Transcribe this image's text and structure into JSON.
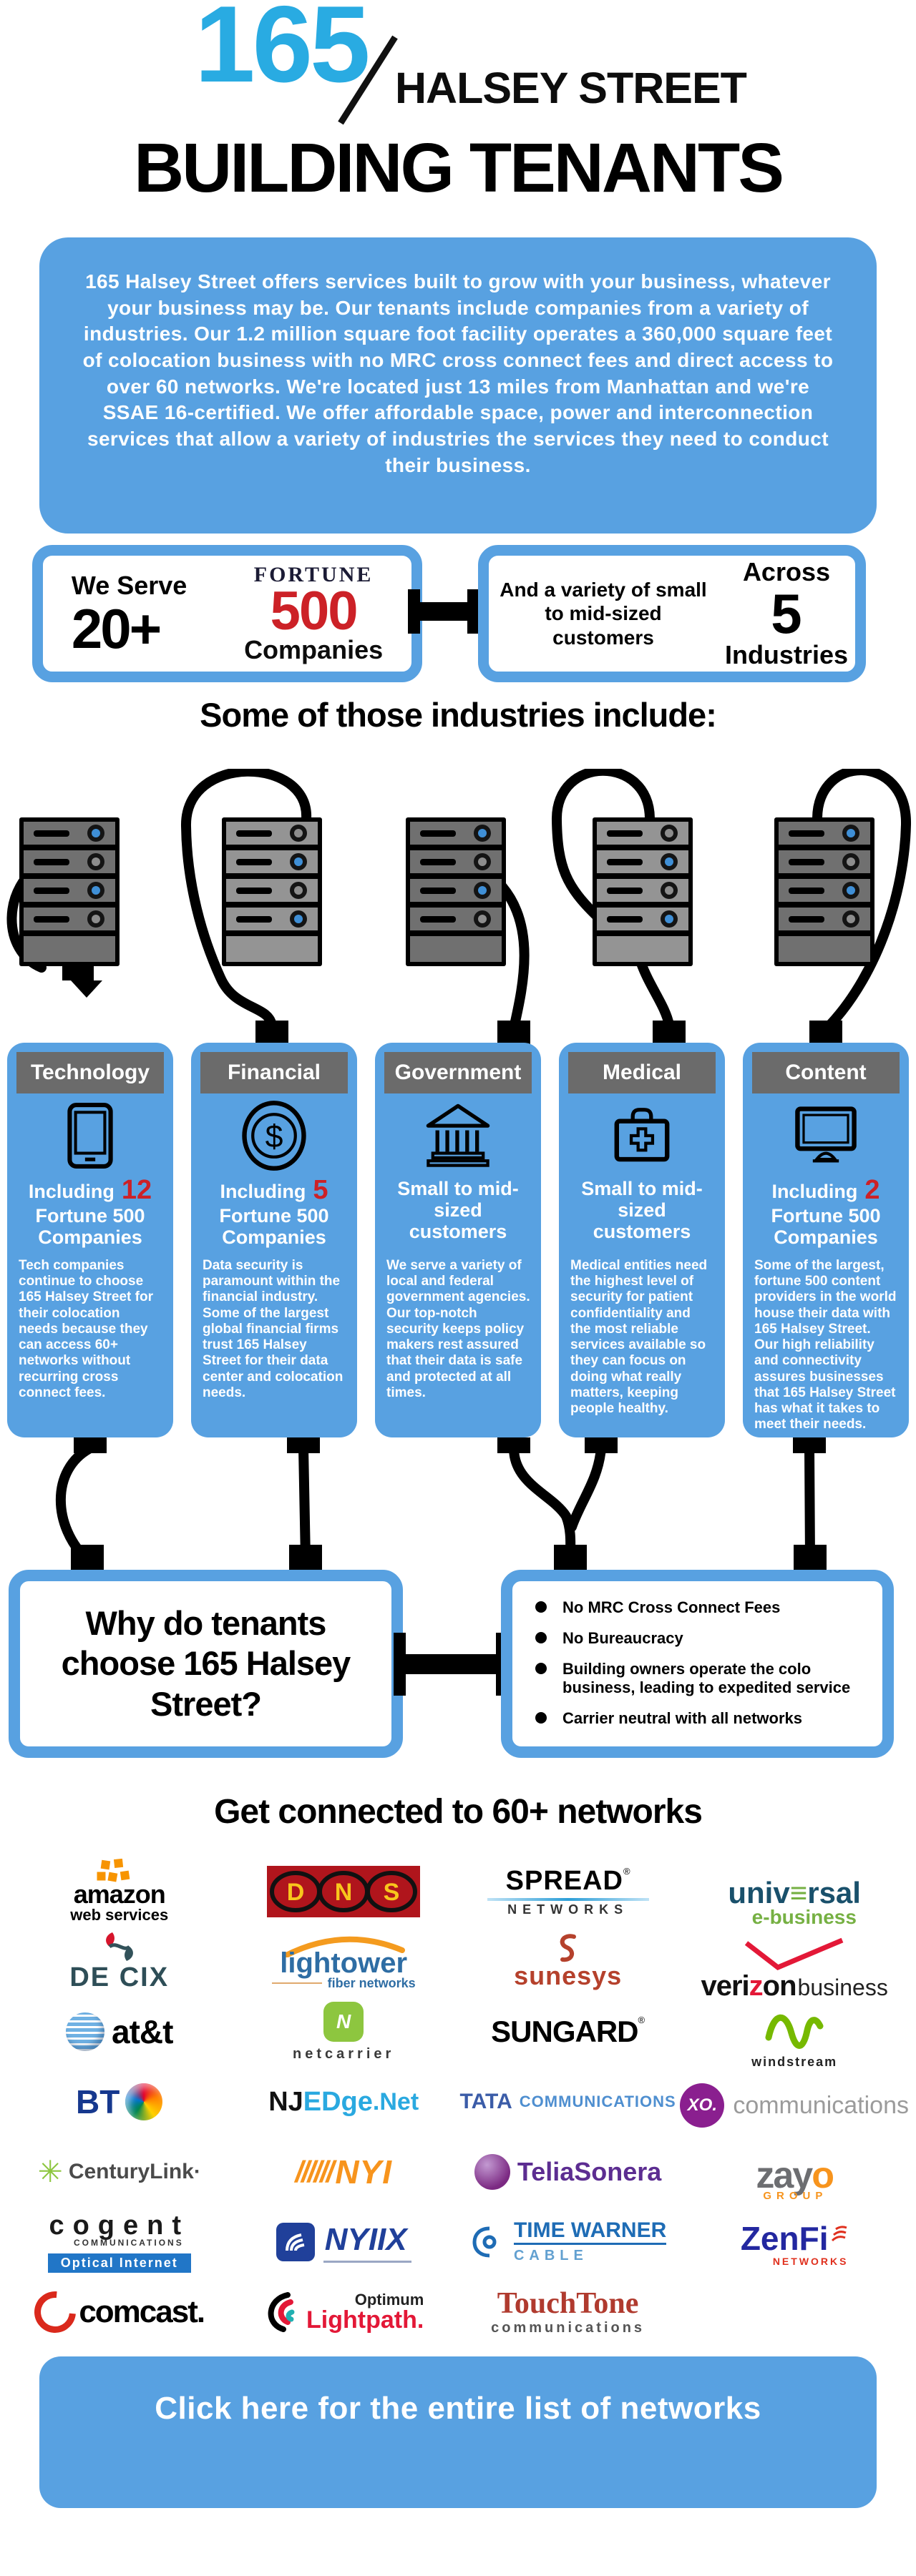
{
  "colors": {
    "accent_blue": "#58a1e1",
    "title_blue": "#29abe2",
    "header_gray": "#6b6b6b",
    "accent_red": "#cc2127"
  },
  "header": {
    "number": "165",
    "street": "HALSEY STREET",
    "title": "BUILDING TENANTS"
  },
  "intro": {
    "text": "165 Halsey Street offers services built to grow with your business, whatever your business may be. Our tenants include companies from a variety of industries. Our 1.2 million square foot facility operates a 360,000 square feet of colocation business with no MRC cross connect fees and direct access to over 60 networks. We're located just 13 miles from Manhattan and we're SSAE 16-certified. We offer affordable space, power and interconnection services that allow a variety of industries the services they need to conduct their business."
  },
  "stats": {
    "card1": {
      "label": "We Serve",
      "value": "20+",
      "logo_top": "FORTUNE",
      "logo_number": "500",
      "logo_bottom": "Companies"
    },
    "card2": {
      "label": "And a variety of small to mid-sized customers",
      "across": "Across",
      "value": "5",
      "unit": "Industries"
    }
  },
  "industries_heading": "Some of those industries include:",
  "industries": [
    {
      "title": "Technology",
      "stat_prefix": "Including",
      "stat_number": "12",
      "stat_suffix": "Fortune 500 Companies",
      "body": "Tech companies continue to choose 165 Halsey Street for their colocation needs because they can access 60+ networks without recurring cross connect fees."
    },
    {
      "title": "Financial",
      "stat_prefix": "Including",
      "stat_number": "5",
      "stat_suffix": "Fortune 500 Companies",
      "body": "Data security is paramount within the financial industry. Some of the largest global financial firms trust 165 Halsey Street for their data center and colocation needs."
    },
    {
      "title": "Government",
      "stat_text": "Small to mid-sized customers",
      "body": "We serve a variety of local and federal government agencies. Our top-notch security keeps policy makers rest assured that their data is safe and protected at all times."
    },
    {
      "title": "Medical",
      "stat_text": "Small to mid-sized customers",
      "body": "Medical entities need the highest level of security for patient confidentiality and the most reliable services available so they can focus on doing what really matters, keeping people healthy."
    },
    {
      "title": "Content",
      "stat_prefix": "Including",
      "stat_number": "2",
      "stat_suffix": "Fortune 500 Companies",
      "body": "Some of the largest, fortune 500 content providers in the world house their data with 165 Halsey Street. Our high reliability and connectivity assures businesses that 165 Halsey Street has what it takes to meet their needs."
    }
  ],
  "why": {
    "question": "Why do tenants choose 165 Halsey Street?",
    "benefits": [
      "No MRC Cross Connect Fees",
      "No Bureaucracy",
      "Building owners operate the colo business, leading to expedited service",
      "Carrier neutral with all networks"
    ]
  },
  "networks_heading": "Get connected to 60+ networks",
  "networks": {
    "amazon": {
      "name": "amazon",
      "sub": "web services"
    },
    "dns": {
      "l1": "D",
      "l2": "N",
      "l3": "S"
    },
    "spread": {
      "name": "SPREAD",
      "reg": "®",
      "sub": "NETWORKS"
    },
    "universal": {
      "p1": "univ",
      "p2": "≡",
      "p3": "rsal",
      "sub": "e-business"
    },
    "decix": {
      "name": "DE CIX"
    },
    "lightower": {
      "name": "lightower",
      "sub": "fiber networks"
    },
    "sunesys": {
      "name": "sunesys"
    },
    "verizon": {
      "p1": "veri",
      "p2": "z",
      "p3": "on",
      "sub": "business"
    },
    "att": {
      "name": "at&t"
    },
    "netcarrier": {
      "icon": "N",
      "name": "netcarrier"
    },
    "sungard": {
      "name": "SUNGARD",
      "reg": "®"
    },
    "windstream": {
      "name": "windstream"
    },
    "bt": {
      "name": "BT"
    },
    "njedge": {
      "p1": "NJ",
      "p2": "EDge",
      "p3": ".Net"
    },
    "tata": {
      "name": "TATA",
      "sub": "COMMUNICATIONS"
    },
    "xo": {
      "icon": "XO.",
      "sub": "communications"
    },
    "centurylink": {
      "name": "CenturyLink·"
    },
    "nyi": {
      "slashes": "//////",
      "name": "NYI"
    },
    "teliasonera": {
      "name": "TeliaSonera"
    },
    "zayo": {
      "p1": "zay",
      "p2": "o",
      "sub": "GROUP"
    },
    "cogent": {
      "name": "cogent",
      "sub": "COMMUNICATIONS",
      "banner": "Optical Internet"
    },
    "nyiix": {
      "name": "NYIIX"
    },
    "timewarner": {
      "l1": "TIME WARNER",
      "l2": "CABLE"
    },
    "zenfi": {
      "name": "ZenFi",
      "sub": "NETWORKS"
    },
    "comcast": {
      "name": "comcast."
    },
    "lightpath": {
      "l1": "Optimum",
      "l2": "Lightpath."
    },
    "touchtone": {
      "l1": "TouchTone",
      "l2": "communications"
    }
  },
  "cta": {
    "label": "Click here for the entire list of networks"
  }
}
